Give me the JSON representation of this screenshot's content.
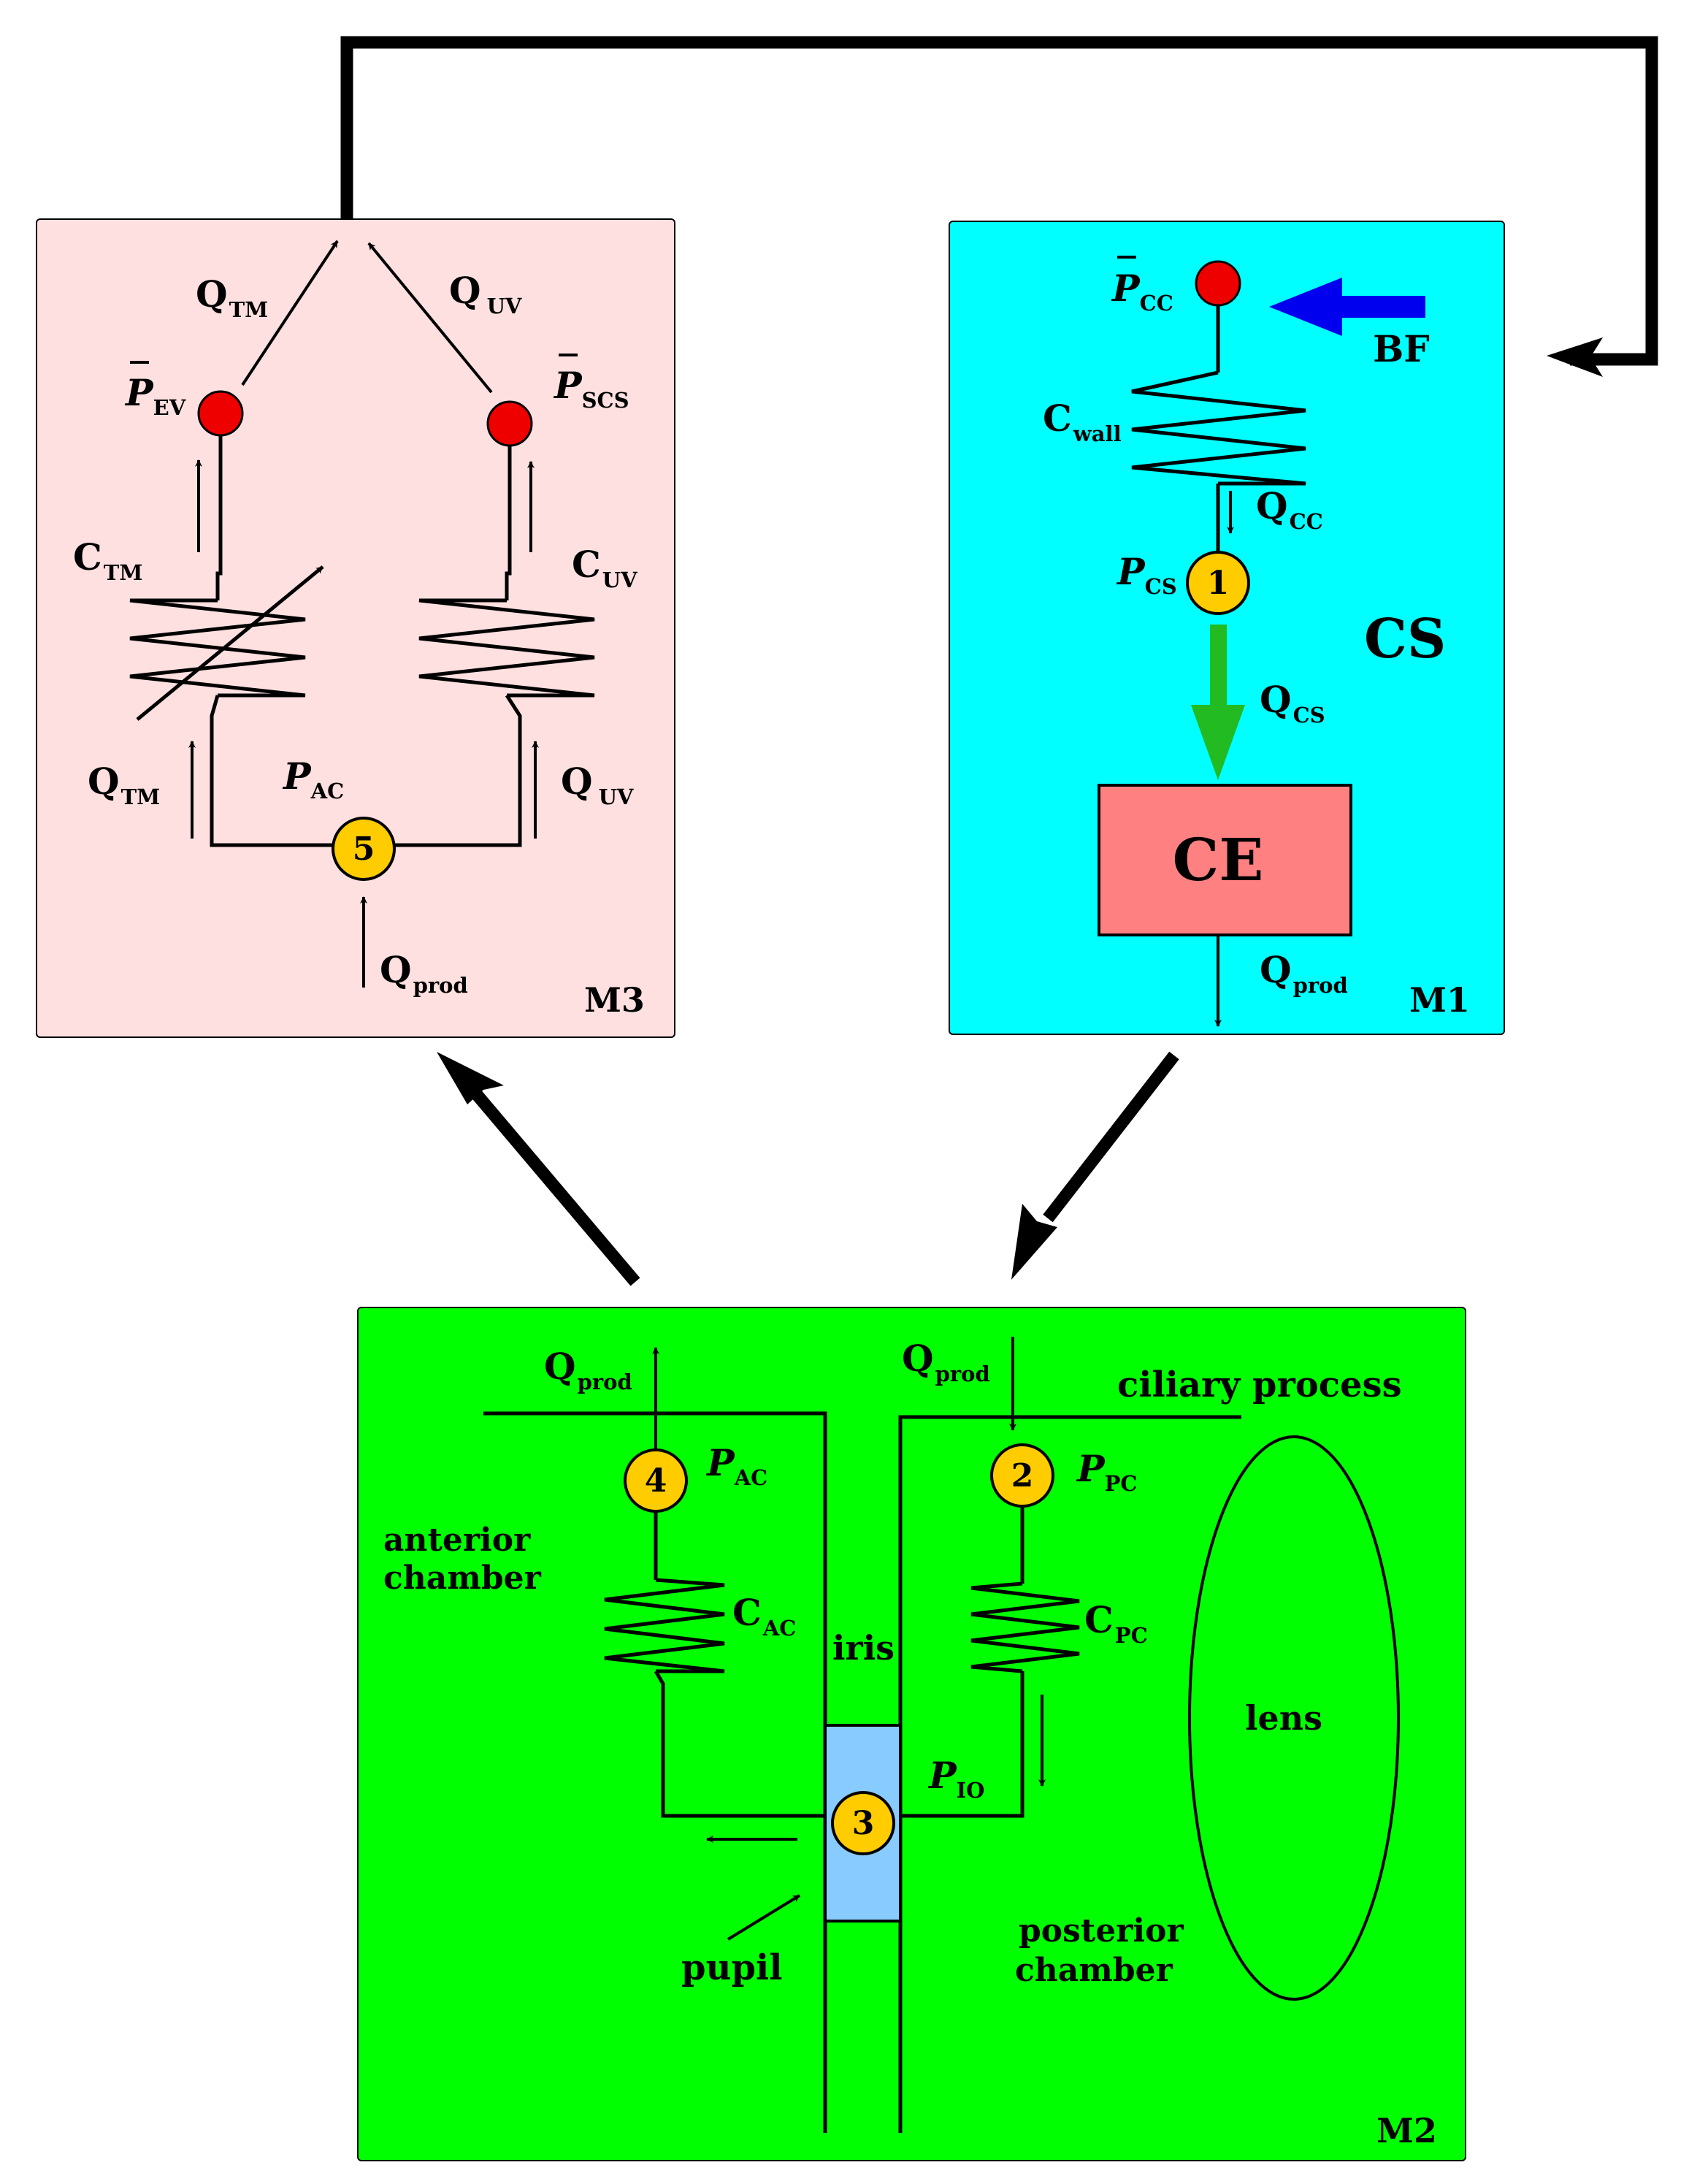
{
  "colors": {
    "m3_panel": "#ffe0e0",
    "m1_panel": "#00ffff",
    "m2_panel": "#00ff00",
    "ce_box": "#ff8080",
    "iris_box": "#88ccff",
    "node": "#ffcc00",
    "pressure_dot": "#ee0000",
    "bf_arrow": "#0000ee",
    "qcs_arrow": "#22bb22"
  },
  "m3": {
    "tag": "M3",
    "q_tm_top": {
      "main": "Q",
      "sub": "TM"
    },
    "q_uv_top": {
      "main": "Q",
      "sub": "UV"
    },
    "p_ev": {
      "main": "P",
      "sub": "EV"
    },
    "p_scs": {
      "main": "P",
      "sub": "SCS"
    },
    "c_tm": {
      "main": "C",
      "sub": "TM"
    },
    "c_uv": {
      "main": "C",
      "sub": "UV"
    },
    "q_tm_low": {
      "main": "Q",
      "sub": "TM"
    },
    "q_uv_low": {
      "main": "Q",
      "sub": "UV"
    },
    "p_ac": {
      "main": "P",
      "sub": "AC"
    },
    "node": "5",
    "q_prod": {
      "main": "Q",
      "sub": "prod"
    }
  },
  "m1": {
    "tag": "M1",
    "p_cc": {
      "main": "P",
      "sub": "CC"
    },
    "bf": "BF",
    "c_wall": {
      "main": "C",
      "sub": "wall"
    },
    "q_cc": {
      "main": "Q",
      "sub": "CC"
    },
    "p_cs": {
      "main": "P",
      "sub": "CS"
    },
    "node": "1",
    "cs": "CS",
    "q_cs": {
      "main": "Q",
      "sub": "CS"
    },
    "ce": "CE",
    "q_prod": {
      "main": "Q",
      "sub": "prod"
    }
  },
  "m2": {
    "tag": "M2",
    "q_prod_left": {
      "main": "Q",
      "sub": "prod"
    },
    "q_prod_right": {
      "main": "Q",
      "sub": "prod"
    },
    "ciliary": "ciliary process",
    "node4": "4",
    "node2": "2",
    "node3": "3",
    "p_ac": {
      "main": "P",
      "sub": "AC"
    },
    "p_pc": {
      "main": "P",
      "sub": "PC"
    },
    "anterior_1": "anterior",
    "anterior_2": "chamber",
    "c_ac": {
      "main": "C",
      "sub": "AC"
    },
    "c_pc": {
      "main": "C",
      "sub": "PC"
    },
    "iris": "iris",
    "lens": "lens",
    "p_io": {
      "main": "P",
      "sub": "IO"
    },
    "posterior_1": "posterior",
    "posterior_2": "chamber",
    "pupil": "pupil"
  }
}
